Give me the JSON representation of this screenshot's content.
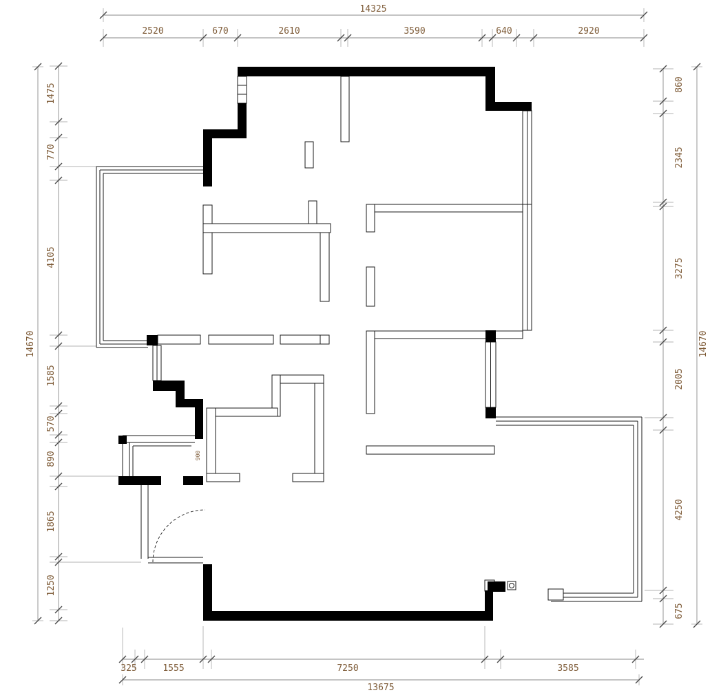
{
  "title": "residential floor plan with dimension chains",
  "colors": {
    "wall_fill": "#000000",
    "plan_line": "#1a1a1a",
    "dim_line": "#8a8a8a",
    "dim_text": "#7d5a36"
  },
  "dimensions": {
    "top": {
      "overall": "14325",
      "chain": [
        "2520",
        "670",
        "2610",
        "3590",
        "640",
        "2920"
      ]
    },
    "left": {
      "overall": "14670",
      "chain": [
        "1475",
        "770",
        "4105",
        "1585",
        "570",
        "890",
        "1865",
        "1250"
      ]
    },
    "right": {
      "overall": "14670",
      "chain": [
        "860",
        "2345",
        "3275",
        "2005",
        "4250",
        "675"
      ]
    },
    "bottom": {
      "overall": "13675",
      "chain": [
        "325",
        "1555",
        "7250",
        "3585"
      ]
    }
  },
  "labels": {
    "door_width": "900"
  }
}
